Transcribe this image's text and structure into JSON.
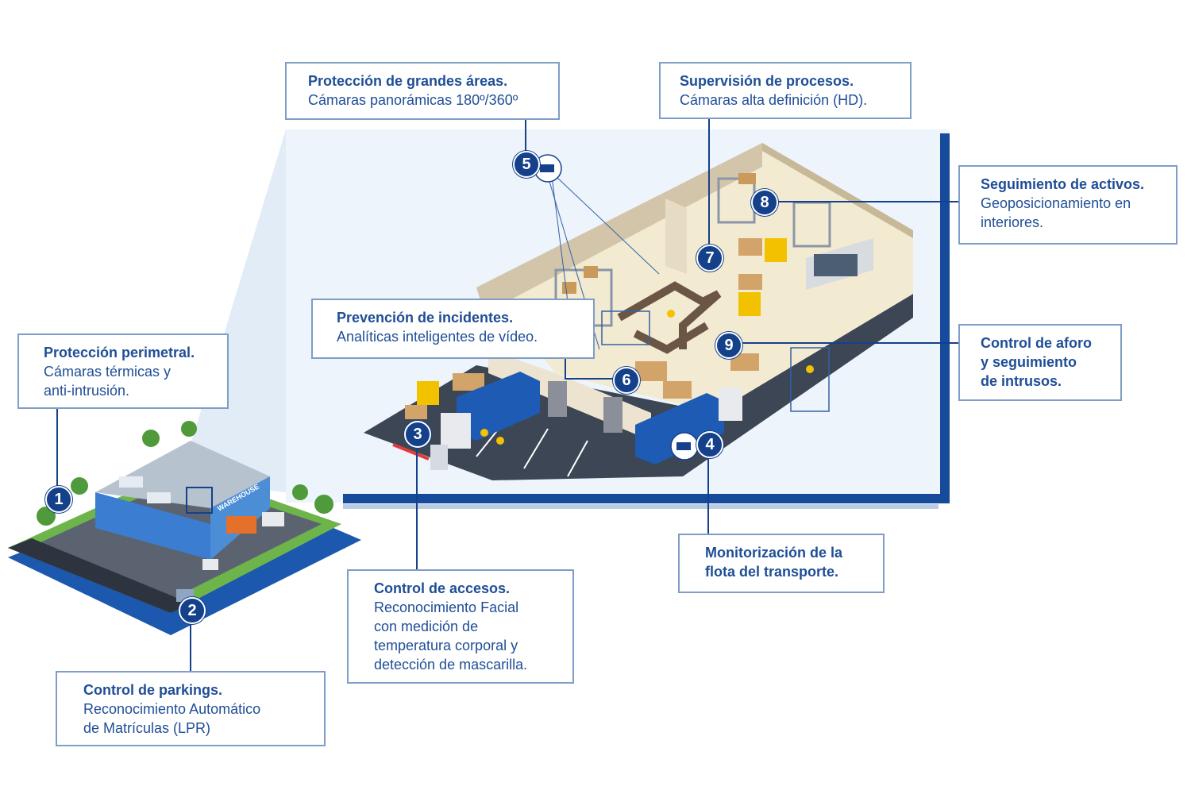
{
  "colors": {
    "accent": "#15408a",
    "callout_text": "#1f4e96",
    "callout_border": "#7f9dc7",
    "frame": "#164a9b",
    "floor": "#f3ead2",
    "asphalt": "#3c4654",
    "grass": "#6db54a",
    "building": "#4c8ed6"
  },
  "building_sign": "WAREHOUSE",
  "callouts": [
    {
      "num": "1",
      "title": "Protección perimetral.",
      "text": "Cámaras térmicas y\nanti-intrusión."
    },
    {
      "num": "2",
      "title": "Control de parkings.",
      "text": "Reconocimiento Automático\nde Matrículas (LPR)"
    },
    {
      "num": "3",
      "title": "Control de accesos.",
      "text": "Reconocimiento Facial\ncon medición de\ntemperatura corporal y\ndetección de mascarilla."
    },
    {
      "num": "4",
      "title": "Monitorización de la\nflota del transporte.",
      "text": ""
    },
    {
      "num": "5",
      "title": "Protección de grandes áreas.",
      "text": "Cámaras panorámicas 180º/360º"
    },
    {
      "num": "6",
      "title": "Prevención de incidentes.",
      "text": "Analíticas inteligentes de vídeo."
    },
    {
      "num": "7",
      "title": "Supervisión de procesos.",
      "text": "Cámaras alta definición (HD)."
    },
    {
      "num": "8",
      "title": "Seguimiento de activos.",
      "text": "Geoposicionamiento en\ninteriores."
    },
    {
      "num": "9",
      "title": "Control de aforo\ny seguimiento\nde intrusos.",
      "text": ""
    }
  ]
}
